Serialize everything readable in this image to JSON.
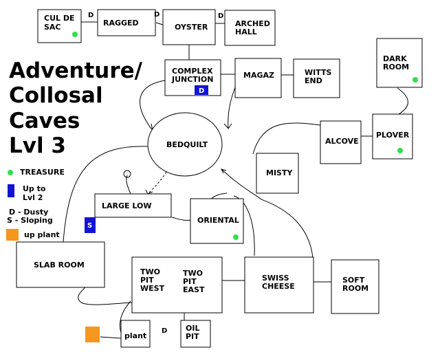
{
  "title": {
    "lines": [
      "Adventure/",
      "Collosal",
      "Caves",
      "Lvl 3"
    ]
  },
  "legend": {
    "treasure": "TREASURE",
    "up_lines": [
      "Up to",
      "Lvl 2"
    ],
    "dusty": "D - Dusty",
    "sloping": "S - Sloping",
    "up_plant": "up plant"
  },
  "rooms": {
    "cul_de_sac": [
      "CUL DE",
      "SAC"
    ],
    "ragged": [
      "RAGGED"
    ],
    "oyster": [
      "OYSTER"
    ],
    "arched_hall": [
      "ARCHED",
      "HALL"
    ],
    "complex_junction": [
      "COMPLEX",
      "JUNCTION"
    ],
    "magaz": [
      "MAGAZ"
    ],
    "witts_end": [
      "WITTS",
      "END"
    ],
    "dark_room": [
      "DARK",
      "ROOM"
    ],
    "bedquilt": [
      "BEDQUILT"
    ],
    "alcove": [
      "ALCOVE"
    ],
    "plover": [
      "PLOVER"
    ],
    "misty": [
      "MISTY"
    ],
    "large_low": [
      "LARGE LOW"
    ],
    "oriental": [
      "ORIENTAL"
    ],
    "slab_room": [
      "SLAB ROOM"
    ],
    "two_pit_west": [
      "TWO",
      "PIT",
      "WEST"
    ],
    "two_pit_east": [
      "TWO",
      "PIT",
      "EAST"
    ],
    "swiss_cheese": [
      "SWISS",
      "CHEESE"
    ],
    "soft_room": [
      "SOFT",
      "ROOM"
    ],
    "plant": [
      "plant"
    ],
    "oil_pit": [
      "OIL",
      "PIT"
    ]
  },
  "markers": {
    "dusty": "D",
    "sloping": "S"
  },
  "colors": {
    "treasure": "#2ee04a",
    "up": "#1414d4",
    "plant": "#f5961e"
  }
}
